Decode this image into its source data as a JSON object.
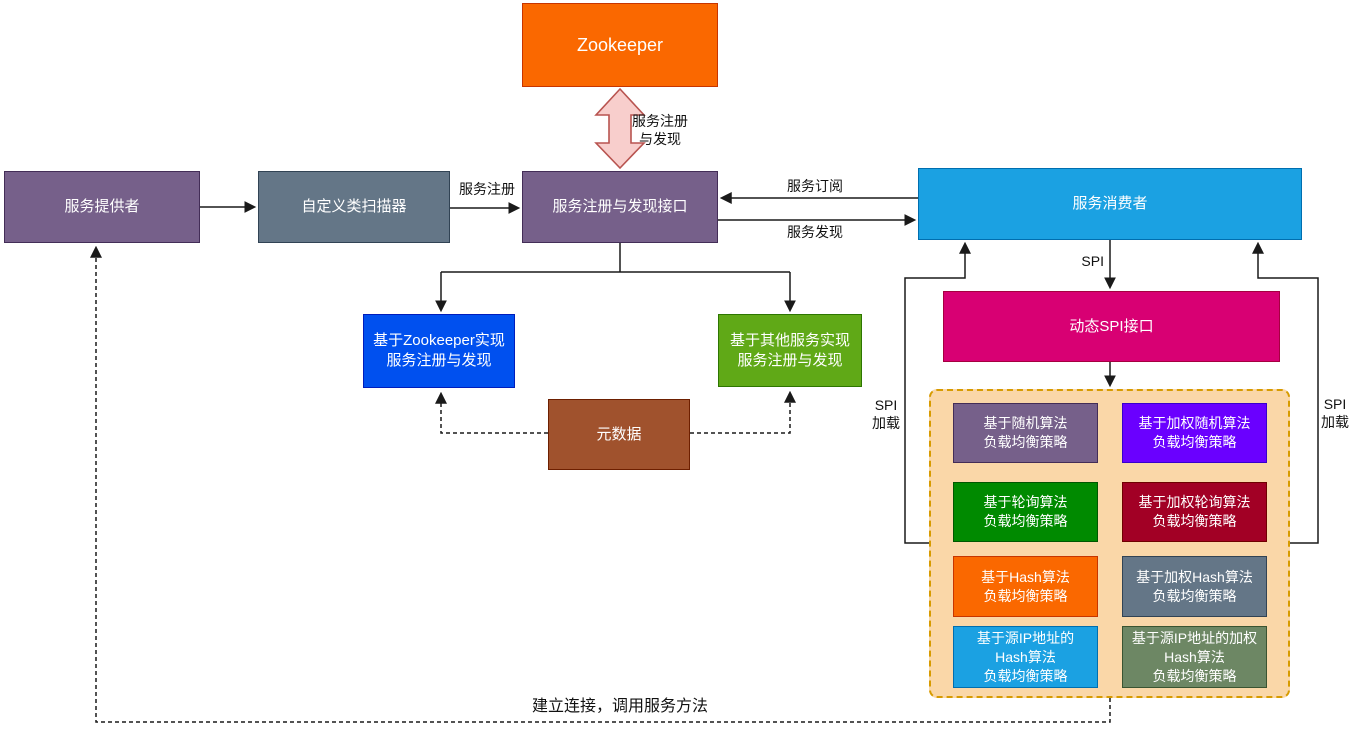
{
  "nodes": {
    "zookeeper": {
      "label": "Zookeeper",
      "fill": "#FA6800",
      "stroke": "#C73500"
    },
    "provider": {
      "label": "服务提供者",
      "fill": "#76608A",
      "stroke": "#432D57"
    },
    "scanner": {
      "label": "自定义类扫描器",
      "fill": "#647687",
      "stroke": "#314354"
    },
    "registry_interface": {
      "label": "服务注册与发现接口",
      "fill": "#76608A",
      "stroke": "#432D57"
    },
    "consumer": {
      "label": "服务消费者",
      "fill": "#1BA1E2",
      "stroke": "#006EAF"
    },
    "zk_impl": {
      "label": "基于Zookeeper实现\n服务注册与发现",
      "fill": "#0050EF",
      "stroke": "#001DBC"
    },
    "other_impl": {
      "label": "基于其他服务实现\n服务注册与发现",
      "fill": "#60A917",
      "stroke": "#2D7600"
    },
    "metadata": {
      "label": "元数据",
      "fill": "#A0522D",
      "stroke": "#6D1F00"
    },
    "dynamic_spi": {
      "label": "动态SPI接口",
      "fill": "#D80073",
      "stroke": "#A50040"
    }
  },
  "strategy_container": {
    "fill": "#FAD7A8",
    "stroke": "#D79B00"
  },
  "strategies": [
    {
      "label": "基于随机算法\n负载均衡策略",
      "fill": "#76608A",
      "stroke": "#432D57"
    },
    {
      "label": "基于加权随机算法\n负载均衡策略",
      "fill": "#6A00FF",
      "stroke": "#3700CC"
    },
    {
      "label": "基于轮询算法\n负载均衡策略",
      "fill": "#008A00",
      "stroke": "#005700"
    },
    {
      "label": "基于加权轮询算法\n负载均衡策略",
      "fill": "#A20025",
      "stroke": "#6F0000"
    },
    {
      "label": "基于Hash算法\n负载均衡策略",
      "fill": "#FA6800",
      "stroke": "#C73500"
    },
    {
      "label": "基于加权Hash算法\n负载均衡策略",
      "fill": "#647687",
      "stroke": "#314354"
    },
    {
      "label": "基于源IP地址的\nHash算法\n负载均衡策略",
      "fill": "#1BA1E2",
      "stroke": "#006EAF"
    },
    {
      "label": "基于源IP地址的加权\nHash算法\n负载均衡策略",
      "fill": "#6D8764",
      "stroke": "#3A5431"
    }
  ],
  "edge_labels": {
    "zk_register_discover": "服务注册\n与发现",
    "service_register": "服务注册",
    "service_subscribe": "服务订阅",
    "service_discover": "服务发现",
    "spi": "SPI",
    "spi_load_left": "SPI\n加载",
    "spi_load_right": "SPI\n加载",
    "connect_invoke": "建立连接，调用服务方法"
  },
  "connector": {
    "line_color": "#1a1a1a",
    "zk_arrow_fill": "#F8CECC",
    "zk_arrow_stroke": "#B85450"
  }
}
